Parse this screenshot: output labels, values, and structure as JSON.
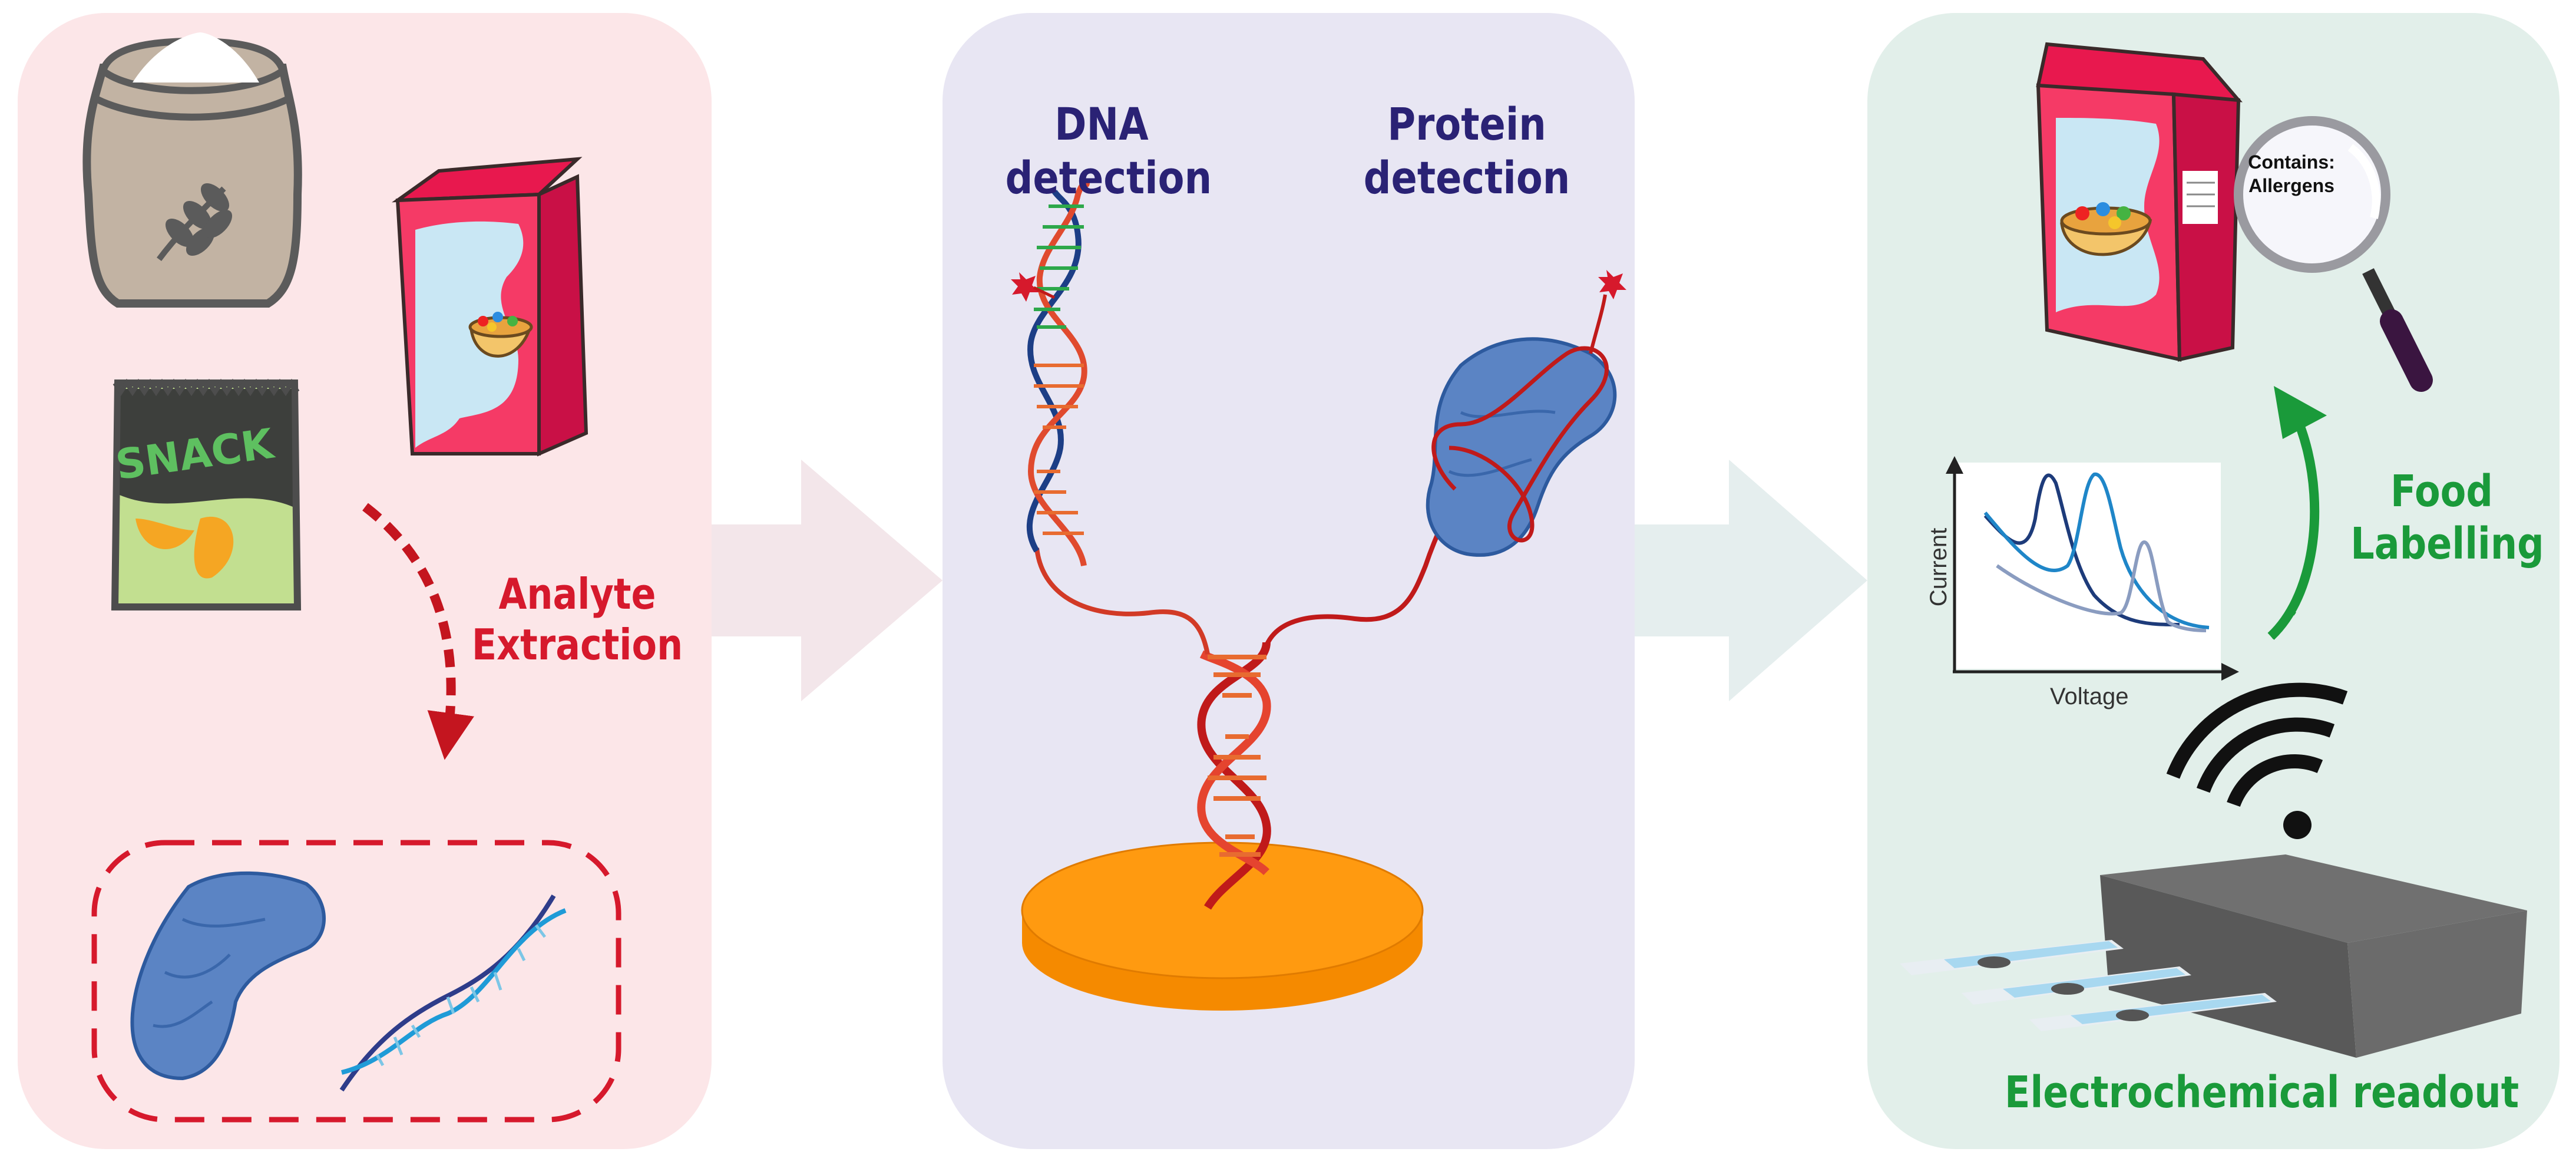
{
  "left_panel": {
    "step_label": "Analyte\nExtraction",
    "snack_text": "SNACK"
  },
  "middle_panel": {
    "dna_label": "DNA\ndetection",
    "protein_label": "Protein\ndetection"
  },
  "right_panel": {
    "label_text": "Contains:\nAllergens",
    "food_label": "Food\nLabelling",
    "readout_label": "Electrochemical readout",
    "x_axis_label": "Voltage",
    "y_axis_label": "Current"
  },
  "colors": {
    "left_bg": "#fce6e8",
    "mid_bg": "#e8e6f3",
    "right_bg": "#e2efea",
    "red": "#d6192c",
    "navy": "#2a2275",
    "green": "#1a9a3a",
    "electrode": "#ff9300",
    "protein": "#5b84c4"
  }
}
